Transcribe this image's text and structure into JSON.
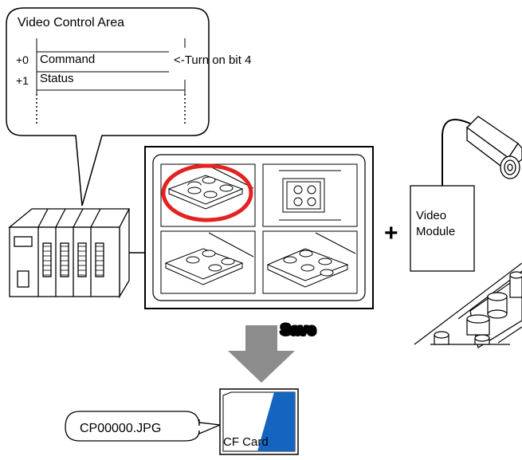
{
  "callout": {
    "title": "Video Control Area",
    "rows": [
      {
        "offset": "+0",
        "name": "Command"
      },
      {
        "offset": "+1",
        "name": "Status"
      }
    ],
    "annotation": "<-Turn on bit 4"
  },
  "video_module": {
    "line1": "Video",
    "line2": "Module"
  },
  "plus_sign": "+",
  "save_label": "Save",
  "file_callout": "CP00000.JPG",
  "cf_card": {
    "label": "CF Card",
    "color": "#1565c0"
  },
  "highlight_color": "#e32222"
}
